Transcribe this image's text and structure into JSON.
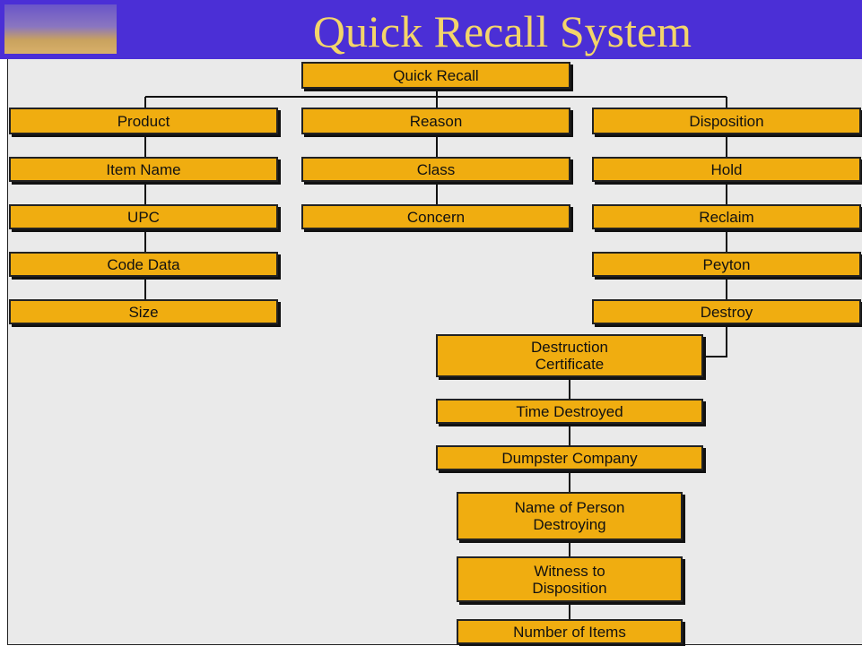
{
  "slide": {
    "title": "Quick Recall System"
  },
  "diagram": {
    "root": "Quick Recall",
    "product": [
      "Product",
      "Item Name",
      "UPC",
      "Code Data",
      "Size"
    ],
    "reason": [
      "Reason",
      "Class",
      "Concern"
    ],
    "disposition": [
      "Disposition",
      "Hold",
      "Reclaim",
      "Peyton",
      "Destroy"
    ],
    "destroy": [
      "Destruction\nCertificate",
      "Time Destroyed",
      "Dumpster Company",
      "Name of Person\nDestroying",
      "Witness to\nDisposition",
      "Number of Items"
    ]
  },
  "colors": {
    "header": "#4b2fd6",
    "title": "#f3d56a",
    "box": "#f0ad10",
    "body": "#eaeaea"
  }
}
